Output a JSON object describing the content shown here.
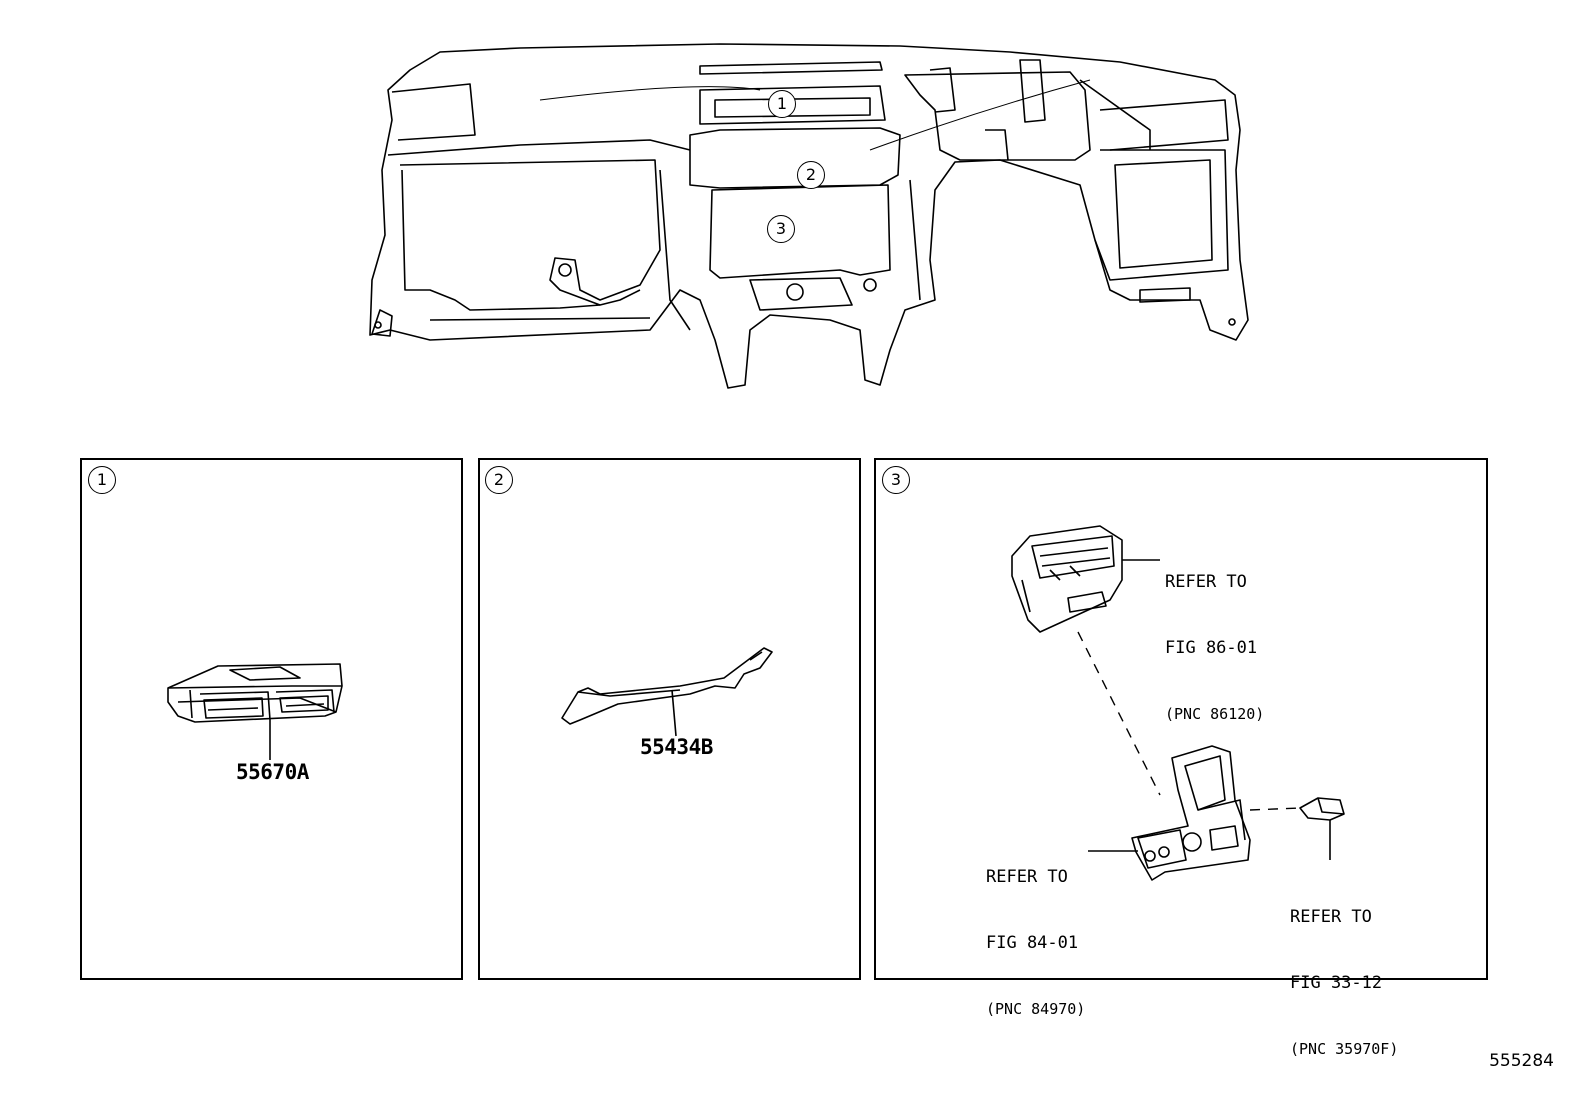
{
  "overview": {
    "callouts": [
      "1",
      "2",
      "3"
    ]
  },
  "panels": [
    {
      "callout": "1",
      "part_number": "55670A"
    },
    {
      "callout": "2",
      "part_number": "55434B"
    },
    {
      "callout": "3",
      "references": [
        {
          "line1": "REFER TO",
          "line2": "FIG 86-01",
          "pnc": "(PNC 86120)"
        },
        {
          "line1": "REFER TO",
          "line2": "FIG 84-01",
          "pnc": "(PNC 84970)"
        },
        {
          "line1": "REFER TO",
          "line2": "FIG 33-12",
          "pnc": "(PNC 35970F)"
        }
      ]
    }
  ],
  "figure_id": "555284"
}
